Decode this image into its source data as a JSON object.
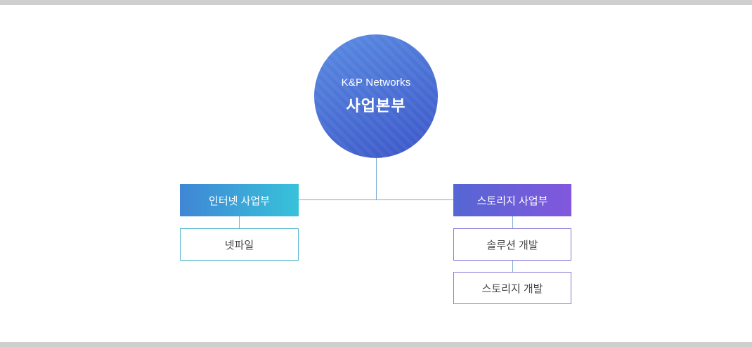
{
  "org": {
    "root": {
      "company": "K&P Networks",
      "division": "사업본부"
    },
    "branches": [
      {
        "header": "인터넷 사업부",
        "children": [
          "넷파일"
        ]
      },
      {
        "header": "스토리지 사업부",
        "children": [
          "솔루션 개발",
          "스토리지 개발"
        ]
      }
    ]
  },
  "theme": {
    "circle_gradient_start": "#5a8ce2",
    "circle_gradient_end": "#3b55c8",
    "internet_gradient_start": "#3f86d5",
    "internet_gradient_end": "#38c2da",
    "internet_border": "#52b4cf",
    "storage_gradient_start": "#5566d4",
    "storage_gradient_end": "#8257dd",
    "storage_border": "#8677d6",
    "connector": "#7aaad4",
    "frame_bar": "#cfcfcf",
    "text_dark": "#444444",
    "text_white": "#ffffff"
  }
}
